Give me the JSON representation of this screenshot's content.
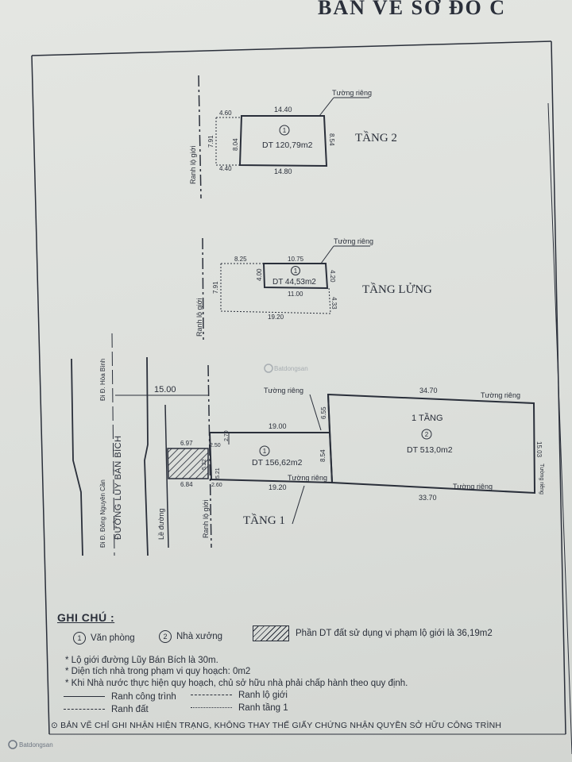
{
  "header": {
    "title": "BẢN VẼ SƠ ĐỒ C"
  },
  "floor2": {
    "label": "TẦNG 2",
    "number": "1",
    "area": "DT 120,79m2",
    "top_width": "14.40",
    "bottom_width": "14.80",
    "left_top_setback": "4.60",
    "left_bottom_setback": "4.40",
    "left_depth": "7.91",
    "left_inner_depth": "8.04",
    "right_depth": "8.54",
    "wall_label": "Tường riêng",
    "road_label": "Ranh lộ giới"
  },
  "mezzanine": {
    "label": "TẦNG LỬNG",
    "number": "1",
    "area": "DT 44,53m2",
    "top_setback": "8.25",
    "top_width": "10.75",
    "bottom_inner_width": "11.00",
    "bottom_width": "19.20",
    "left_depth": "7.91",
    "inner_left_depth": "4.00",
    "right_depth_top": "4.20",
    "right_depth_bottom": "4.33",
    "wall_label": "Tường riêng",
    "road_label": "Ranh lộ giới"
  },
  "ground": {
    "label": "TẦNG 1",
    "building1_number": "1",
    "building1_area": "DT 156,62m2",
    "building2_title": "1 TẦNG",
    "building2_number": "2",
    "building2_area": "DT 513,0m2",
    "road_width": "15.00",
    "road_name": "ĐƯỜNG LŨY BÁN BÍCH",
    "direction_north": "Đi Đ. Hòa Bình",
    "direction_south": "Đi Đ. Đông Nguyên Cần",
    "sidewalk_label": "Lề đường",
    "road_label": "Ranh lộ giới",
    "dim_top_b1": "19.00",
    "dim_bottom_b1": "19.20",
    "dim_top_b2": "34.70",
    "dim_bottom_b2": "33.70",
    "dim_b2_right": "15.03",
    "dim_b2_left_upper": "6.55",
    "dim_b1_right": "8.54",
    "dim_b1_left_top": "2.70",
    "dim_b1_left_bottom": "5.21",
    "dim_hatch_top": "6.97",
    "dim_hatch_bottom": "6.84",
    "dim_hatch_side": "5.22",
    "dim_step_top": "2.50",
    "dim_step_bottom": "2.60",
    "wall_label": "Tường riêng",
    "wall_label_right": "Tường riêng"
  },
  "notes": {
    "heading": "GHI CHÚ :",
    "legend_1_num": "1",
    "legend_1": "Văn phòng",
    "legend_2_num": "2",
    "legend_2": "Nhà xưởng",
    "legend_hatch": "Phần DT đất sử dụng vi phạm lộ giới là 36,19m2",
    "bullets": [
      "* Lộ giới đường Lũy Bán Bích  là 30m.",
      "* Diện tích nhà trong phạm vi quy hoạch:  0m2",
      "* Khi Nhà nước thực hiện quy hoạch, chủ sở hữu nhà phải chấp hành theo quy định."
    ],
    "line_1": "Ranh công trình",
    "line_2": "Ranh lộ giới",
    "line_3": "Ranh đất",
    "line_4": "Ranh tầng 1",
    "footer": "⊙ BẢN VẼ CHỈ GHI NHẬN HIỆN TRẠNG, KHÔNG THAY THẾ GIẤY CHỨNG NHẬN QUYỀN SỞ HỮU CÔNG TRÌNH"
  },
  "watermark": {
    "center": "Batdongsan",
    "corner": "Batdongsan"
  },
  "colors": {
    "ink": "#2a2f3a",
    "paper": "#dfe2de"
  }
}
